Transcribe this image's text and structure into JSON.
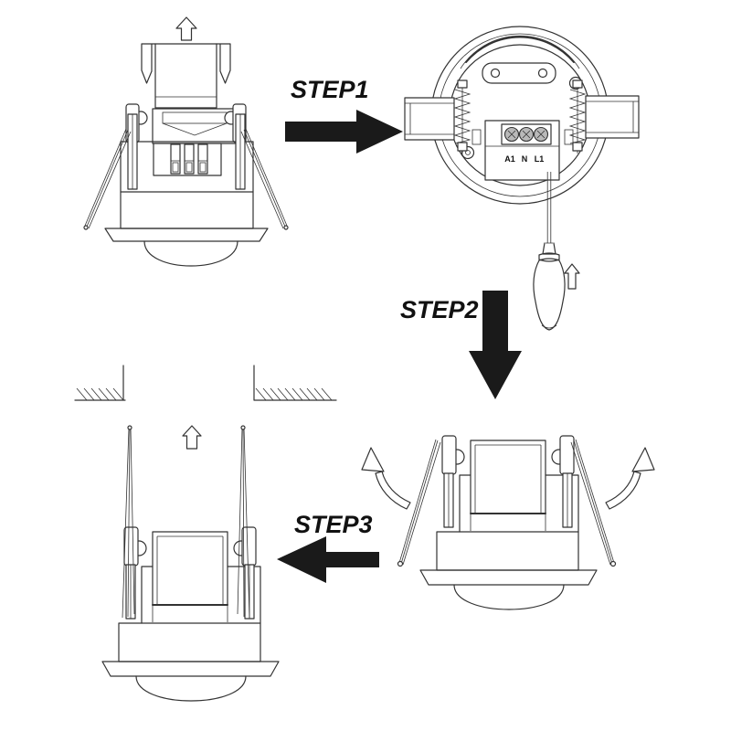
{
  "diagram": {
    "kind": "installation-steps",
    "background_color": "#ffffff",
    "line_color": "#333333",
    "arrow_color": "#1a1a1a",
    "steps": [
      {
        "id": "step1",
        "label": "STEP1",
        "arrow_direction": "right"
      },
      {
        "id": "step2",
        "label": "STEP2",
        "arrow_direction": "down"
      },
      {
        "id": "step3",
        "label": "STEP3",
        "arrow_direction": "left"
      }
    ],
    "terminal_labels": [
      "A1",
      "N",
      "L1"
    ],
    "icons": [
      "up-arrow-icon",
      "right-arrow-icon",
      "down-arrow-icon",
      "left-arrow-icon",
      "rotate-left-arrow-icon",
      "rotate-right-arrow-icon",
      "screwdriver-icon"
    ]
  }
}
